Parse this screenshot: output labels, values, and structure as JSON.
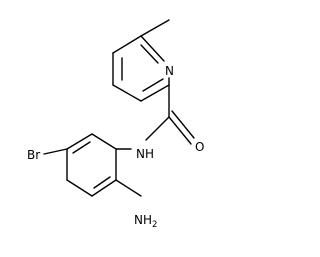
{
  "molecule": {
    "atoms": {
      "pyridine_n": "N",
      "carbonyl_o": "O",
      "amide_nh": "NH",
      "bromine": "Br",
      "amine_nh": "NH",
      "amine_h_count": "2"
    }
  }
}
